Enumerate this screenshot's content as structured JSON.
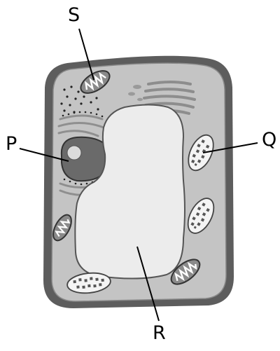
{
  "labels": {
    "s": "S",
    "p": "P",
    "q": "Q",
    "r": "R"
  },
  "colors": {
    "wall": "#5d5d5d",
    "cytoplasm": "#c4c4c4",
    "vacuole": "#ececec",
    "nucleus": "#6a6a6a",
    "nucleolus": "#dcdcdc",
    "organelle_outline": "#444444"
  }
}
